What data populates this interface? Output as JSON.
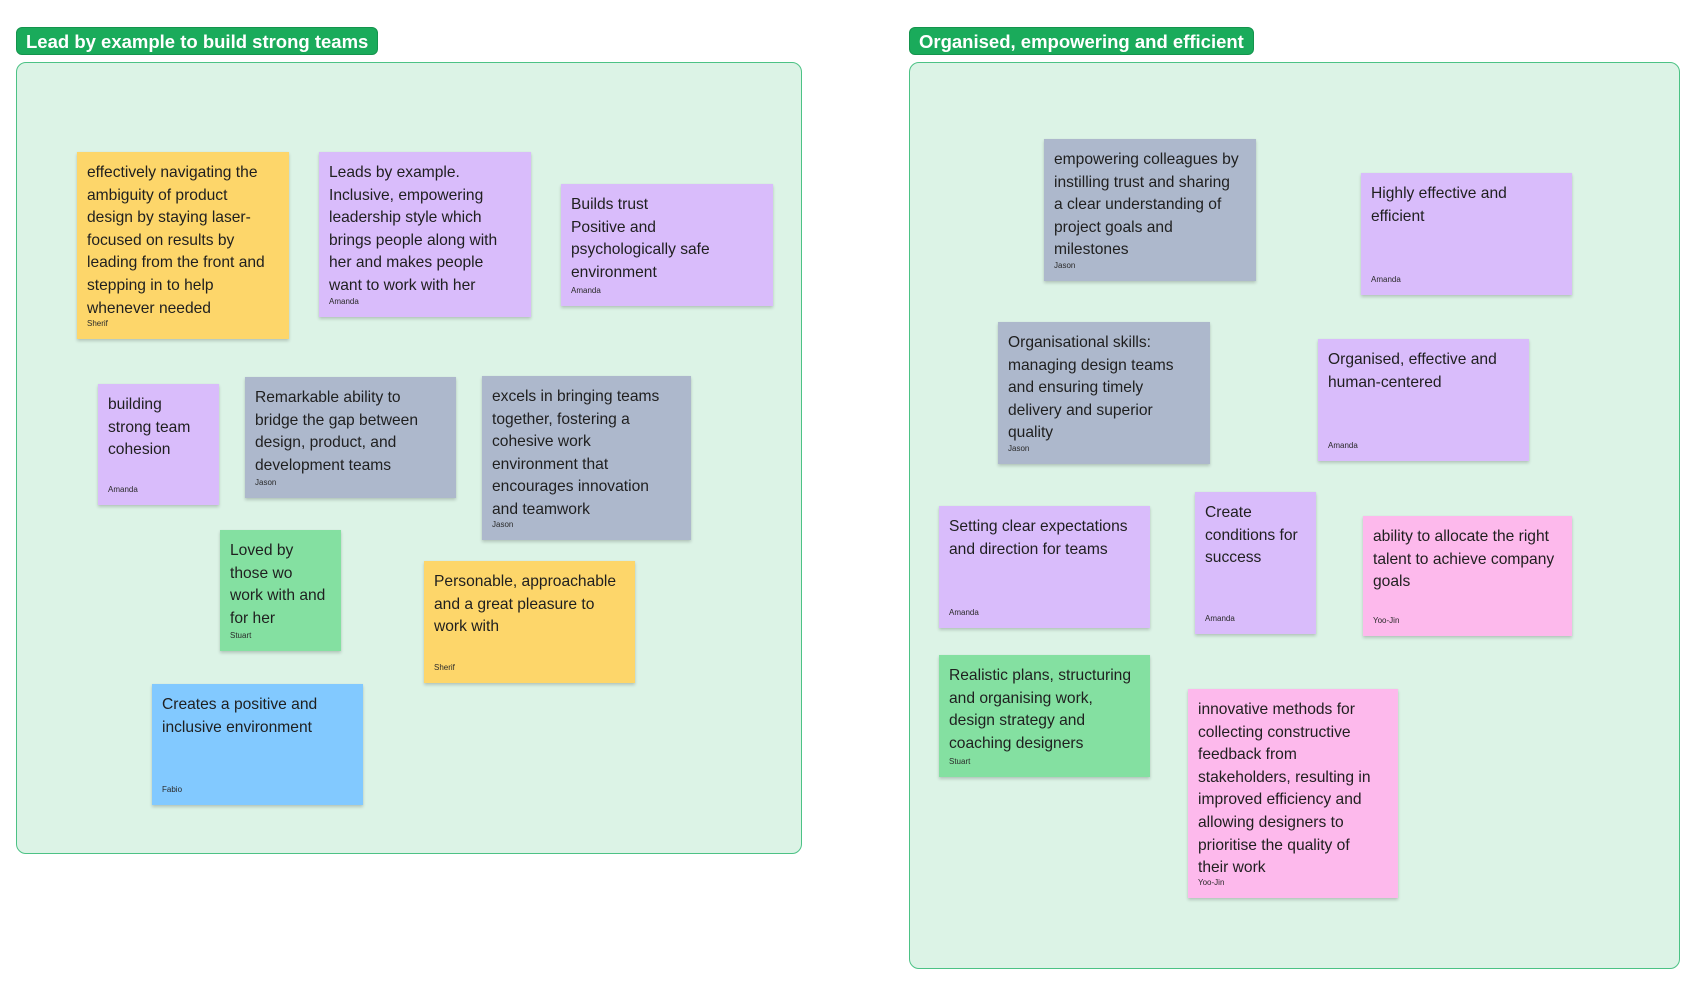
{
  "sections": {
    "left": {
      "title": "Lead by example to build strong teams"
    },
    "right": {
      "title": "Organised, empowering and efficient"
    }
  },
  "stickies": {
    "s1": {
      "text": "effectively navigating the\nambiguity of product\ndesign by staying laser-\nfocused on results by\nleading from the front and\nstepping in to help\nwhenever needed",
      "author": "Sherif",
      "color": "#fdd66a"
    },
    "s2": {
      "text": "Leads by example.\nInclusive, empowering\nleadership style which\nbrings people along with\nher and makes people\nwant to work with her",
      "author": "Amanda",
      "color": "#d9bcfb"
    },
    "s3": {
      "text": "Builds trust\nPositive and\npsychologically safe\nenvironment",
      "author": "Amanda",
      "color": "#d9bcfb"
    },
    "s4": {
      "text": "building\nstrong team\ncohesion",
      "author": "Amanda",
      "color": "#d9bcfb"
    },
    "s5": {
      "text": "Remarkable ability to\nbridge the gap between\ndesign, product, and\ndevelopment teams",
      "author": "Jason",
      "color": "#adb8cc"
    },
    "s6": {
      "text": "excels in bringing teams\ntogether, fostering a\ncohesive work\nenvironment that\nencourages innovation\nand teamwork",
      "author": "Jason",
      "color": "#adb8cc"
    },
    "s7": {
      "text": "Loved by\nthose wo\nwork with and\nfor her",
      "author": "Stuart",
      "color": "#84e0a1"
    },
    "s8": {
      "text": "Personable, approachable\nand a great pleasure to\nwork with",
      "author": "Sherif",
      "color": "#fdd66a"
    },
    "s9": {
      "text": "Creates a positive and\ninclusive environment",
      "author": "Fabio",
      "color": "#82c9ff"
    },
    "s10": {
      "text": "empowering colleagues by\ninstilling trust and sharing\na clear understanding of\nproject goals and\nmilestones",
      "author": "Jason",
      "color": "#adb8cc"
    },
    "s11": {
      "text": "Highly effective and\nefficient",
      "author": "Amanda",
      "color": "#d9bcfb"
    },
    "s12": {
      "text": "Organisational skills:\nmanaging design teams\nand ensuring timely\ndelivery and superior\nquality",
      "author": "Jason",
      "color": "#adb8cc"
    },
    "s13": {
      "text": "Organised, effective and\nhuman-centered",
      "author": "Amanda",
      "color": "#d9bcfb"
    },
    "s14": {
      "text": "Setting clear expectations\nand direction for teams",
      "author": "Amanda",
      "color": "#d9bcfb"
    },
    "s15": {
      "text": "Create\nconditions for\nsuccess",
      "author": "Amanda",
      "color": "#d9bcfb"
    },
    "s16": {
      "text": "ability to allocate the right\ntalent to achieve company\ngoals",
      "author": "Yoo-Jin",
      "color": "#fdb9ec"
    },
    "s17": {
      "text": "Realistic plans, structuring\nand organising work,\ndesign strategy and\ncoaching designers",
      "author": "Stuart",
      "color": "#84e0a1"
    },
    "s18": {
      "text": "innovative methods for\ncollecting constructive\nfeedback from\nstakeholders, resulting in\nimproved efficiency and\nallowing designers to\nprioritise the quality of\ntheir work",
      "author": "Yoo-Jin",
      "color": "#fdb9ec"
    }
  }
}
